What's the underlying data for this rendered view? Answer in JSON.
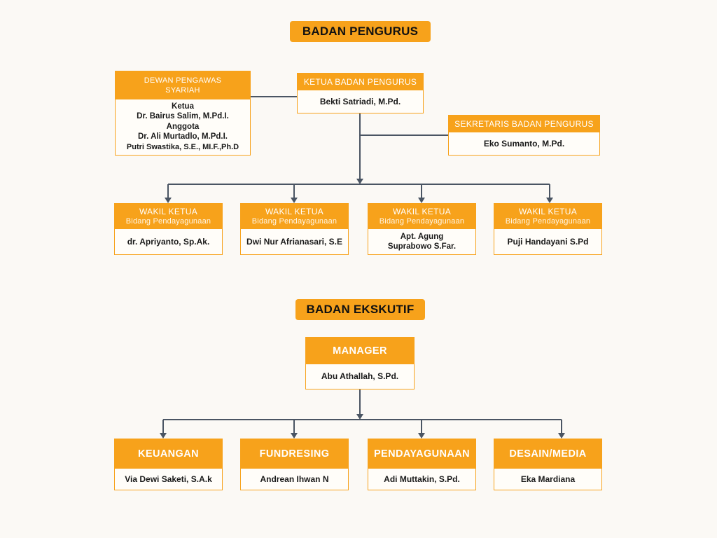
{
  "pengurus": {
    "title": "BADAN PENGURUS",
    "dewan": {
      "head_line1": "DEWAN PENGAWAS",
      "head_line2": "SYARIAH",
      "lines": [
        "Ketua",
        "Dr. Bairus Salim, M.Pd.I.",
        "Anggota",
        "Dr. Ali Murtadlo, M.Pd.I.",
        "Putri Swastika, S.E., MI.F.,Ph.D"
      ]
    },
    "ketua": {
      "head": "KETUA BADAN PENGURUS",
      "name": "Bekti Satriadi, M.Pd."
    },
    "sekretaris": {
      "head": "SEKRETARIS BADAN PENGURUS",
      "name": "Eko Sumanto, M.Pd."
    },
    "wakil": [
      {
        "head": "WAKIL KETUA",
        "sub": "Bidang Pendayagunaan",
        "name1": "dr. Apriyanto, Sp.Ak.",
        "name2": ""
      },
      {
        "head": "WAKIL KETUA",
        "sub": "Bidang Pendayagunaan",
        "name1": "Dwi Nur Afrianasari, S.E",
        "name2": ""
      },
      {
        "head": "WAKIL KETUA",
        "sub": "Bidang Pendayagunaan",
        "name1": "Apt. Agung",
        "name2": "Suprabowo S.Far."
      },
      {
        "head": "WAKIL KETUA",
        "sub": "Bidang Pendayagunaan",
        "name1": "Puji Handayani S.Pd",
        "name2": ""
      }
    ]
  },
  "eksekutif": {
    "title": "BADAN EKSKUTIF",
    "manager": {
      "head": "MANAGER",
      "name": "Abu Athallah, S.Pd."
    },
    "divisions": [
      {
        "head": "KEUANGAN",
        "name": "Via Dewi Saketi, S.A.k"
      },
      {
        "head": "FUNDRESING",
        "name": "Andrean Ihwan N"
      },
      {
        "head": "PENDAYAGUNAAN",
        "name": "Adi Muttakin, S.Pd."
      },
      {
        "head": "DESAIN/MEDIA",
        "name": "Eka Mardiana"
      }
    ]
  },
  "colors": {
    "accent": "#f7a21b",
    "connector": "#4a5563"
  }
}
